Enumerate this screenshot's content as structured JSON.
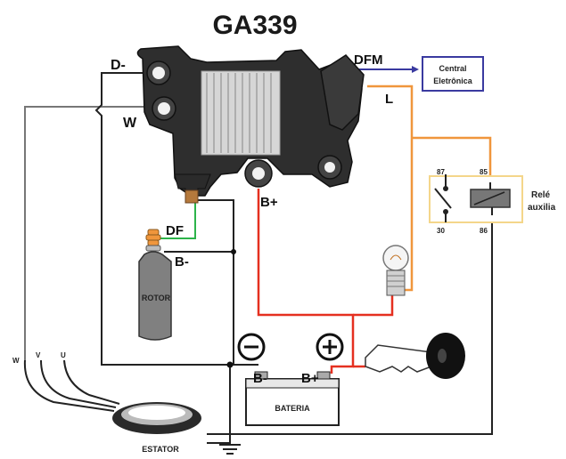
{
  "title": "GA339",
  "terminals": {
    "d_minus": "D-",
    "w": "W",
    "dfm": "DFM",
    "l": "L",
    "b_plus_reg": "B+",
    "df": "DF",
    "b_minus_rotor": "B-",
    "b_minus_batt": "B-",
    "b_plus_batt": "B+"
  },
  "central": {
    "line1": "Central",
    "line2": "Eletrônica"
  },
  "relay": {
    "label_line1": "Relé",
    "label_line2": "auxilia",
    "pin_87": "87",
    "pin_85": "85",
    "pin_30": "30",
    "pin_86": "86"
  },
  "rotor_label": "ROTOR",
  "battery_label": "BATERIA",
  "stator_label": "ESTATOR",
  "phases": {
    "w": "W",
    "v": "V",
    "u": "U"
  },
  "colors": {
    "wire_black": "#222222",
    "wire_gray": "#777777",
    "wire_red": "#e53020",
    "wire_orange": "#f0963c",
    "wire_green": "#2db34a",
    "wire_blue": "#3a3aa0",
    "central_border": "#3a3aa0",
    "relay_border": "#f4d68a"
  }
}
